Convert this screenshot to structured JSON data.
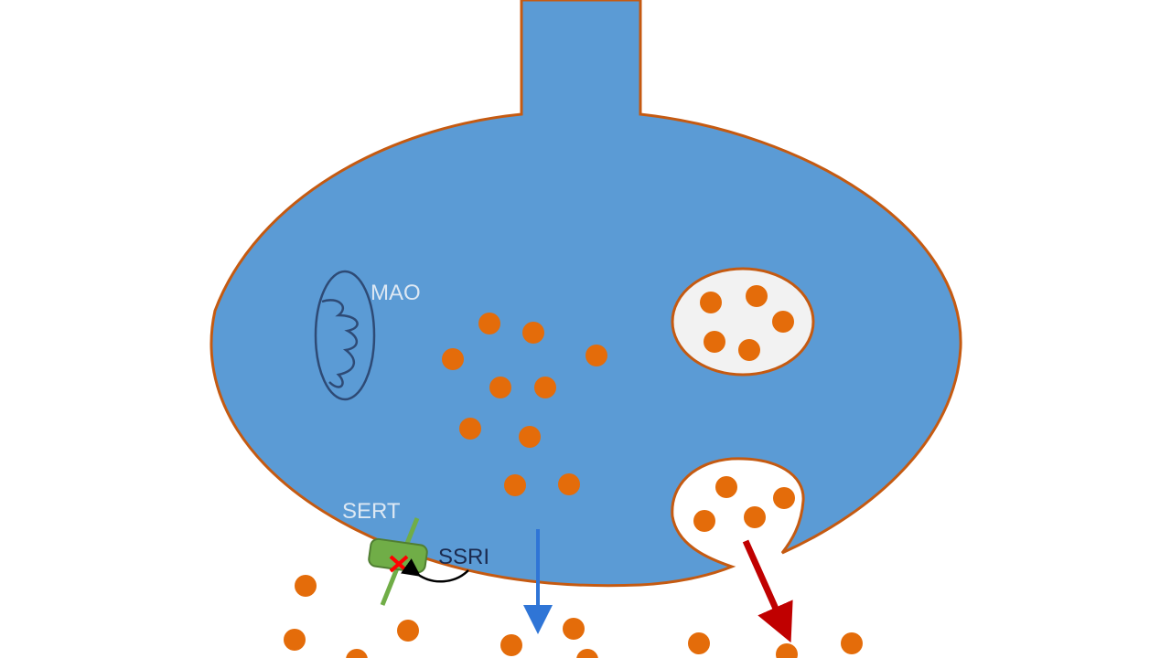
{
  "labels": {
    "mao": "MAO",
    "sert": "SERT",
    "ssri": "SSRI"
  },
  "colors": {
    "neuron_fill": "#5b9bd5",
    "neuron_outline": "#c55a11",
    "serotonin": "#e46c0a",
    "vesicle_fill": "#f2f2f2",
    "mitochondrion": "#2e4a75",
    "transporter": "#70ad47",
    "block_mark": "#ff0000",
    "reuptake_arrow": "#2f75d6",
    "release_arrow": "#c00000"
  }
}
